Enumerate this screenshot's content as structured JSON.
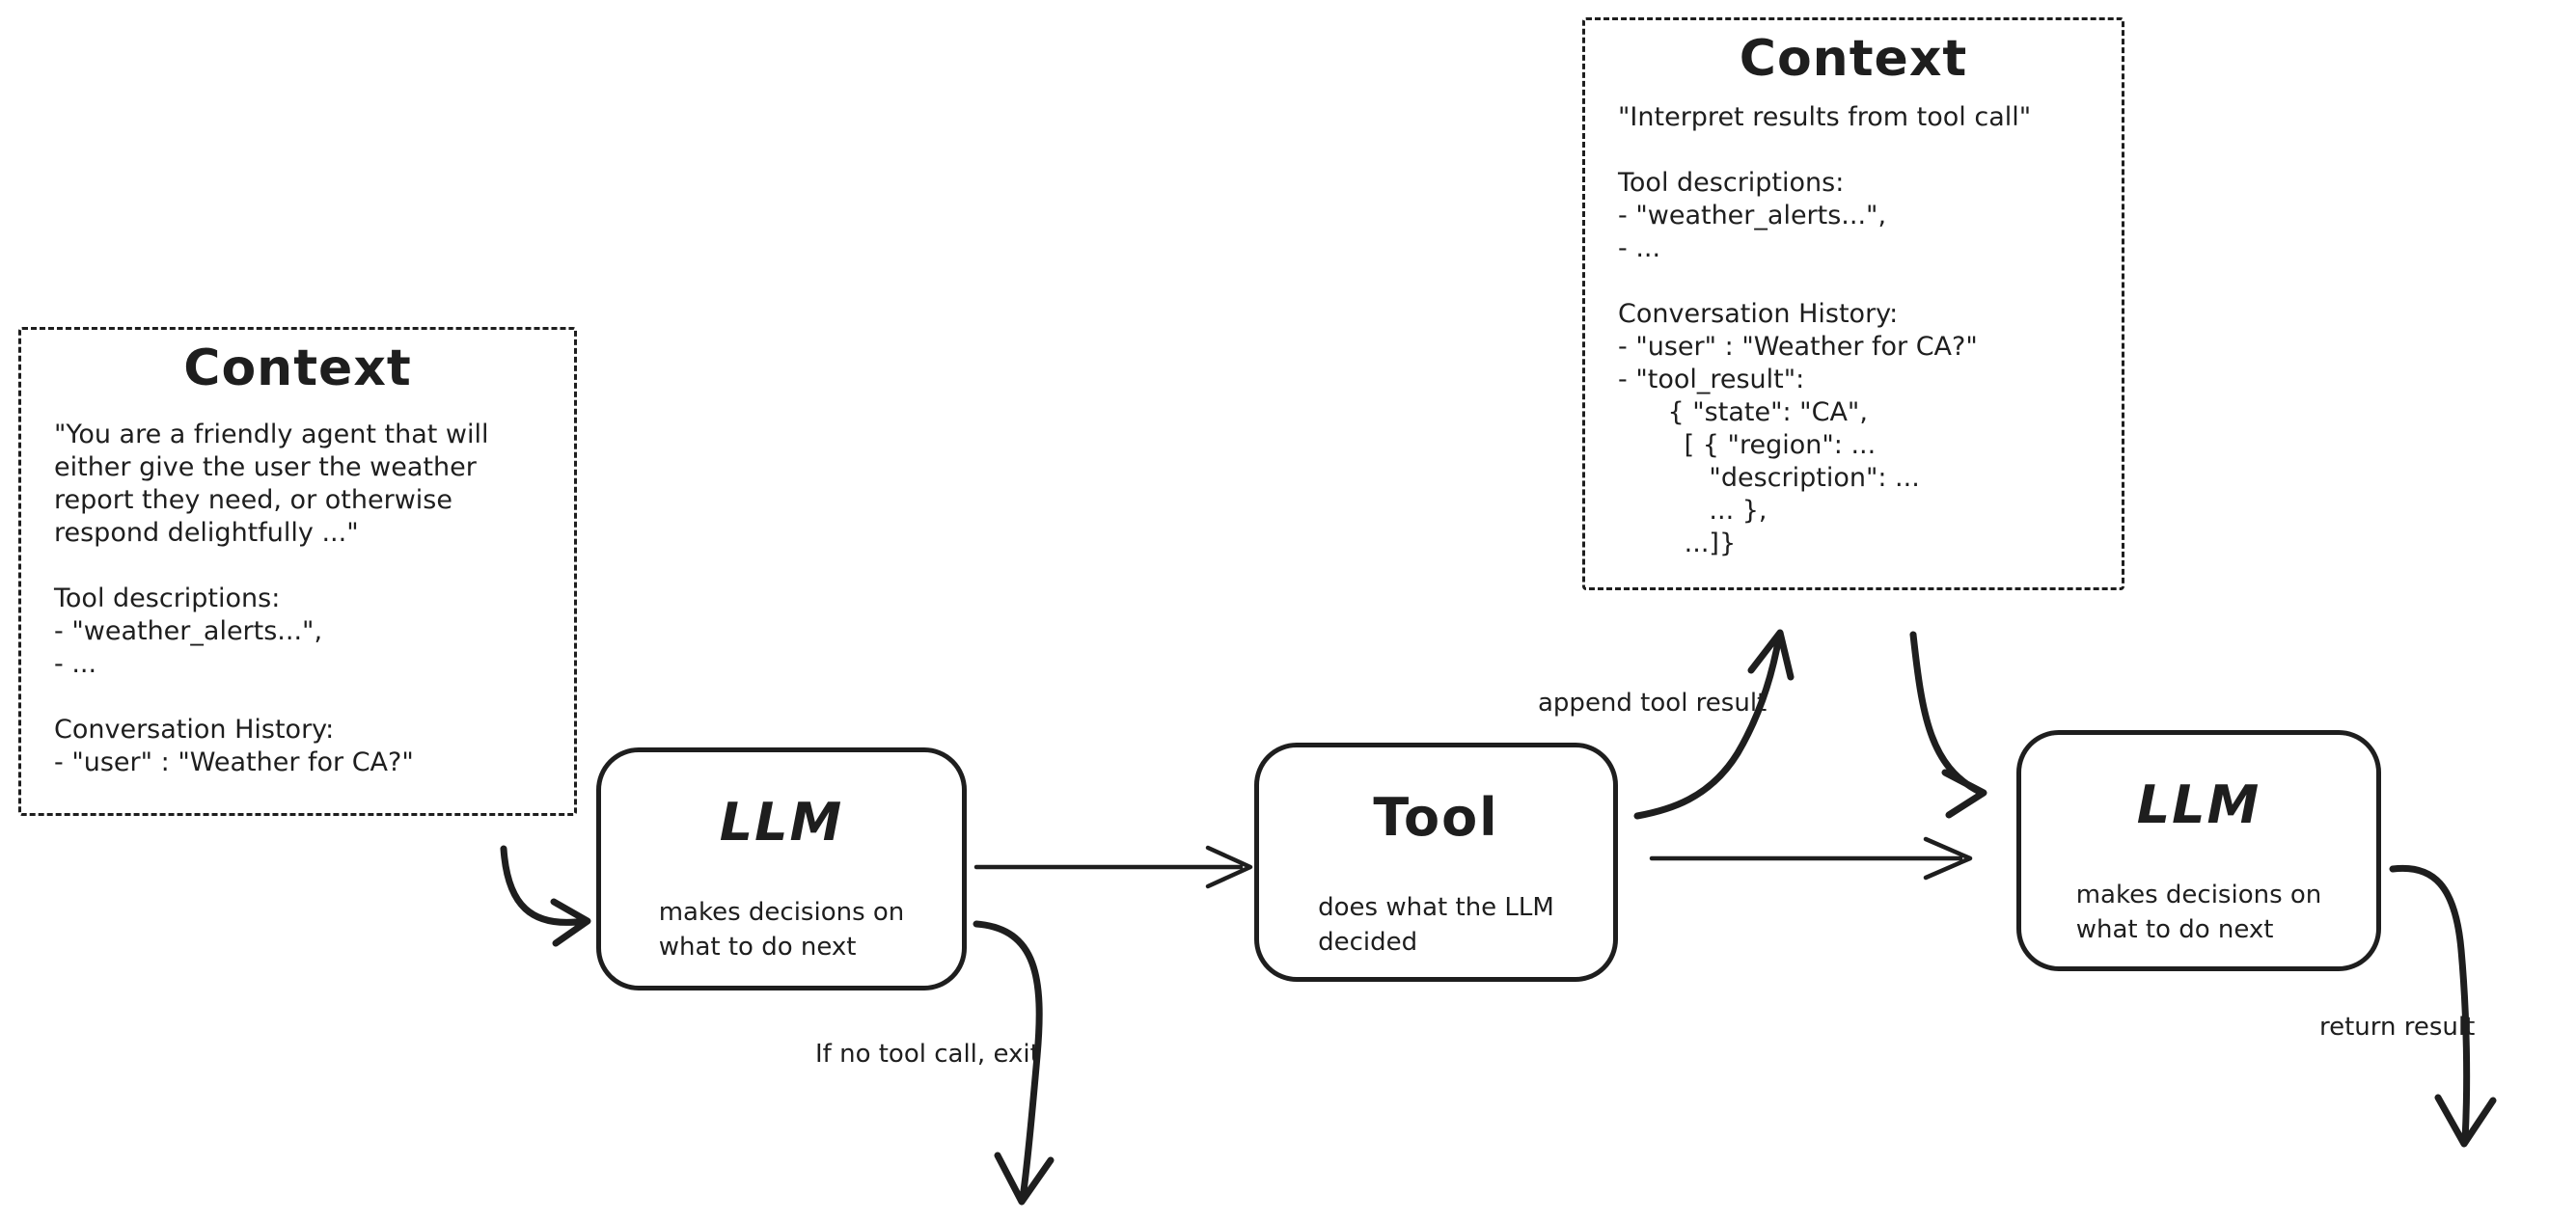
{
  "diagram": {
    "background": "#ffffff",
    "stroke_color": "#1e1e1e"
  },
  "context_left": {
    "title": "Context",
    "body": "\"You are a friendly agent that will\neither give the user the weather\nreport they need, or otherwise\nrespond delightfully ...\"\n\nTool descriptions:\n- \"weather_alerts...\",\n- ...\n\nConversation History:\n- \"user\" : \"Weather for CA?\""
  },
  "context_right": {
    "title": "Context",
    "body": "\"Interpret results from tool call\"\n\nTool descriptions:\n- \"weather_alerts...\",\n- ...\n\nConversation History:\n- \"user\" : \"Weather for CA?\"\n- \"tool_result\":\n      { \"state\": \"CA\",\n        [ { \"region\": ...\n           \"description\": ...\n           ... },\n        ...]}"
  },
  "llm_first": {
    "title": "LLM",
    "subtitle": "makes decisions on\nwhat to do next"
  },
  "tool": {
    "title": "Tool",
    "subtitle": "does what the LLM\ndecided"
  },
  "llm_second": {
    "title": "LLM",
    "subtitle": "makes decisions on\nwhat to do next"
  },
  "labels": {
    "append_tool_result": "append tool result",
    "if_no_tool_call_exit": "If no tool call, exit",
    "return_result": "return result"
  }
}
